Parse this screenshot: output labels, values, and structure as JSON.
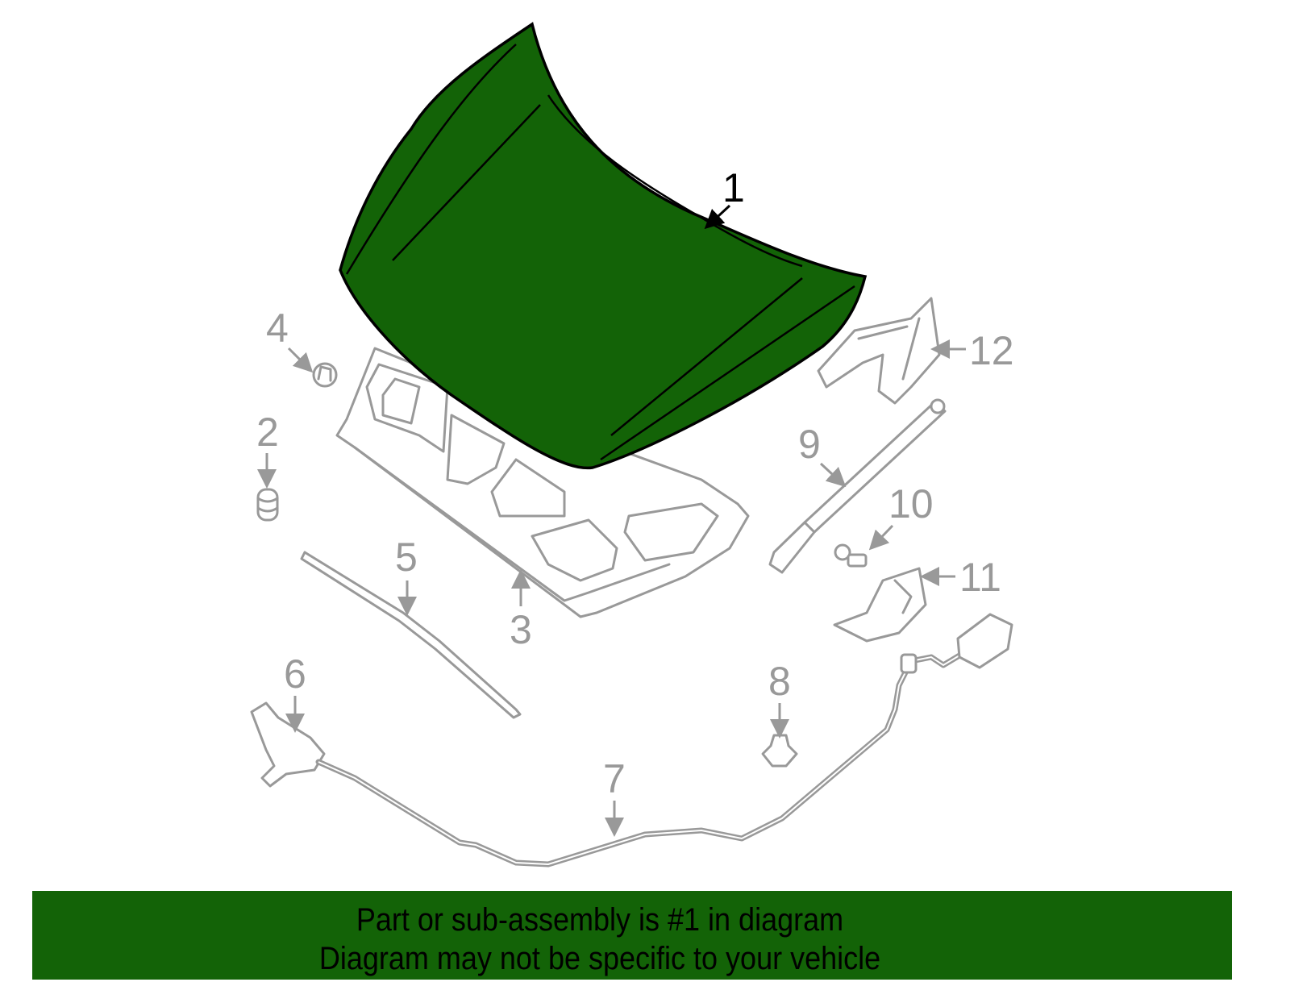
{
  "diagram": {
    "highlight_color": "#136307",
    "part_color": "#999999",
    "callouts": [
      "1",
      "2",
      "3",
      "4",
      "5",
      "6",
      "7",
      "8",
      "9",
      "10",
      "11",
      "12"
    ],
    "selected_part": "1"
  },
  "banner": {
    "line1": "Part or sub-assembly is #1 in diagram",
    "line2": "Diagram may not be specific to your vehicle"
  }
}
